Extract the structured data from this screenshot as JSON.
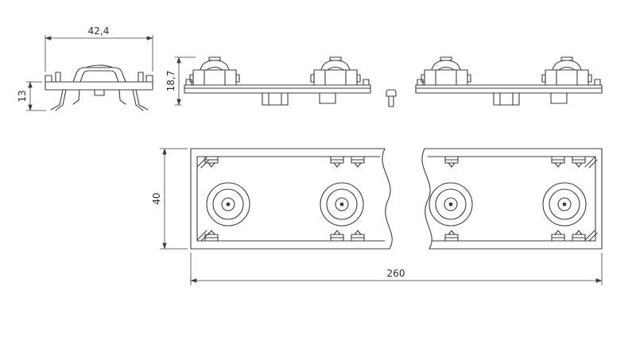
{
  "drawing": {
    "kind": "technical-drawing",
    "dims": {
      "end_view_width": "42,4",
      "end_view_height": "13",
      "front_view_height": "18,7",
      "plan_view_height": "40",
      "plan_view_length": "260"
    },
    "colors": {
      "line": "#3d3d3d",
      "text": "#2e2e2e",
      "background": "#ffffff"
    }
  }
}
